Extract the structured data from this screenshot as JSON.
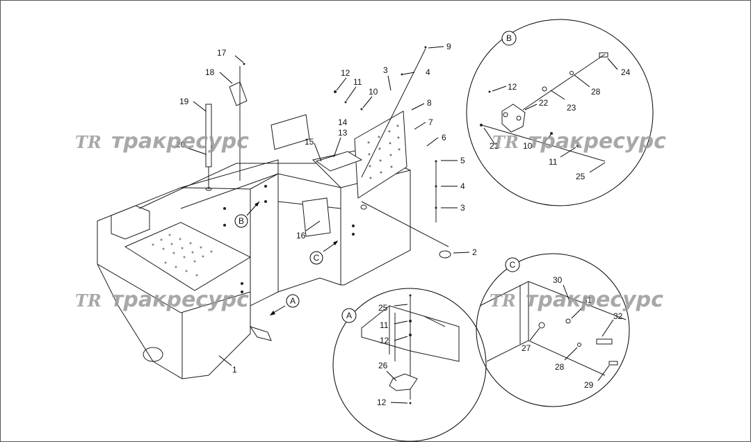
{
  "watermark": {
    "logo": "TR",
    "text": "тракресурс"
  },
  "detail_views": {
    "A": "A",
    "B": "B",
    "C": "C"
  },
  "callouts": {
    "c1": "1",
    "c2": "2",
    "c3a": "3",
    "c3b": "3",
    "c4a": "4",
    "c4b": "4",
    "c5": "5",
    "c6": "6",
    "c7": "7",
    "c8": "8",
    "c9": "9",
    "c10": "10",
    "c11": "11",
    "c12": "12",
    "c13": "13",
    "c14": "14",
    "c15": "15",
    "c16": "16",
    "c17": "17",
    "c18": "18",
    "c19": "19",
    "c20": "20",
    "b12": "12",
    "b21": "21",
    "b22": "22",
    "b23": "23",
    "b24": "24",
    "b25": "25",
    "b28": "28",
    "b10": "10",
    "b11": "11",
    "a25": "25",
    "a11": "11",
    "a12": "12",
    "a26": "26",
    "a12b": "12",
    "c27": "27",
    "c28": "28",
    "c29": "29",
    "c30": "30",
    "c31": "31",
    "c32": "32"
  }
}
